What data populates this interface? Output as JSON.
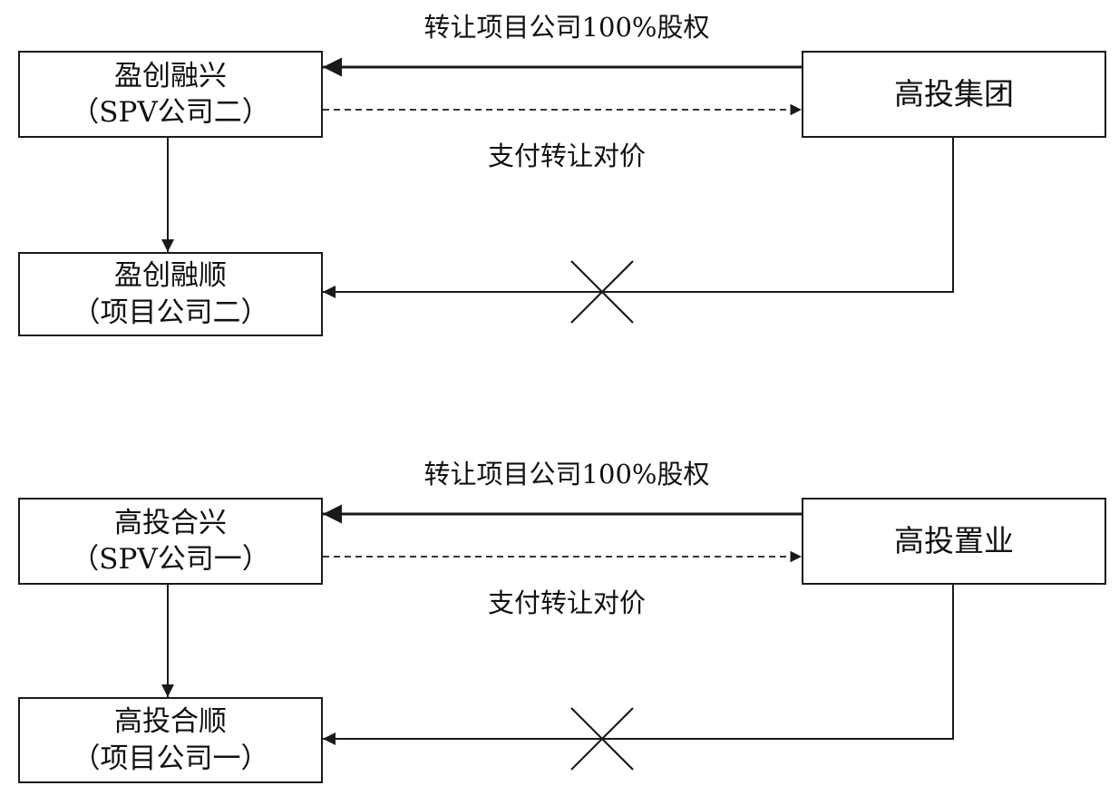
{
  "diagram": {
    "top": {
      "spv_company": {
        "name": "盈创融兴",
        "subtitle": "（SPV公司二）"
      },
      "project_company": {
        "name": "盈创融顺",
        "subtitle": "（项目公司二）"
      },
      "seller": {
        "name": "高投集团"
      },
      "equity_transfer_label": "转让项目公司100%股权",
      "payment_label": "支付转让对价"
    },
    "bottom": {
      "spv_company": {
        "name": "高投合兴",
        "subtitle": "（SPV公司一）"
      },
      "project_company": {
        "name": "高投合顺",
        "subtitle": "（项目公司一）"
      },
      "seller": {
        "name": "高投置业"
      },
      "equity_transfer_label": "转让项目公司100%股权",
      "payment_label": "支付转让对价"
    }
  },
  "colors": {
    "line": "#1a1a1a",
    "text": "#111111",
    "background": "#ffffff"
  }
}
